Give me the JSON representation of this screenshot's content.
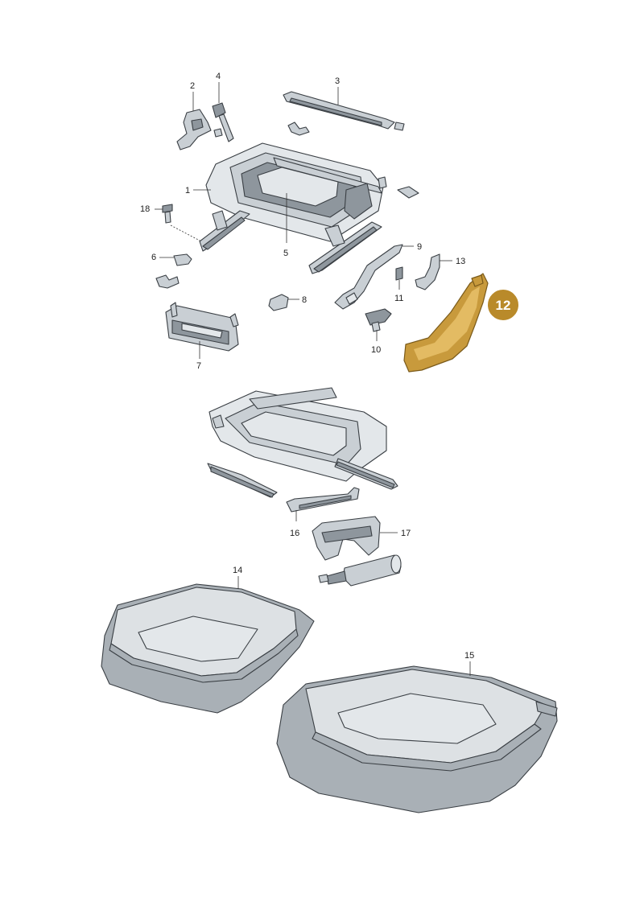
{
  "callouts": {
    "c1": "1",
    "c2": "2",
    "c3": "3",
    "c4": "4",
    "c5": "5",
    "c6": "6",
    "c7": "7",
    "c8": "8",
    "c9": "9",
    "c10": "10",
    "c11": "11",
    "c13": "13",
    "c14": "14",
    "c15": "15",
    "c16": "16",
    "c17": "17",
    "c18": "18"
  },
  "highlight": {
    "label": "12",
    "color": "#c89a3c"
  }
}
